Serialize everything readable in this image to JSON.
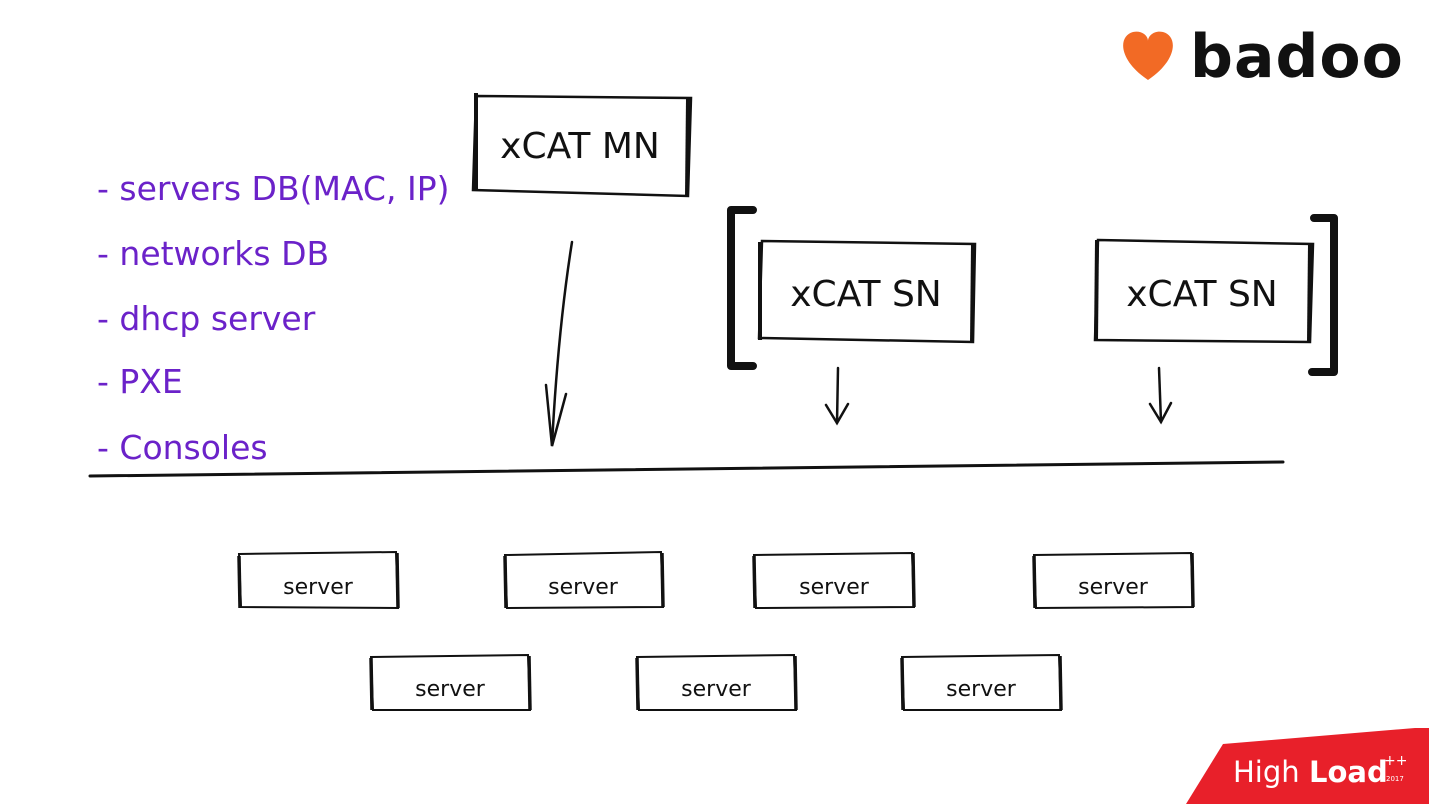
{
  "brand": {
    "logo_text": "badoo",
    "event_logo": {
      "part1": "High",
      "part2": "Load",
      "sup": "++",
      "year": "2017"
    }
  },
  "colors": {
    "feature_text": "#6b22c9",
    "logo_heart": "#f26a25",
    "event_red": "#e8202a",
    "ink": "#111111"
  },
  "features": [
    "- servers DB(MAC, IP)",
    "- networks DB",
    "- dhcp server",
    "- PXE",
    "- Consoles"
  ],
  "management_node": {
    "label": "xCAT MN"
  },
  "service_nodes": [
    {
      "label": "xCAT SN"
    },
    {
      "label": "xCAT SN"
    }
  ],
  "servers": [
    {
      "label": "server"
    },
    {
      "label": "server"
    },
    {
      "label": "server"
    },
    {
      "label": "server"
    },
    {
      "label": "server"
    },
    {
      "label": "server"
    },
    {
      "label": "server"
    }
  ]
}
